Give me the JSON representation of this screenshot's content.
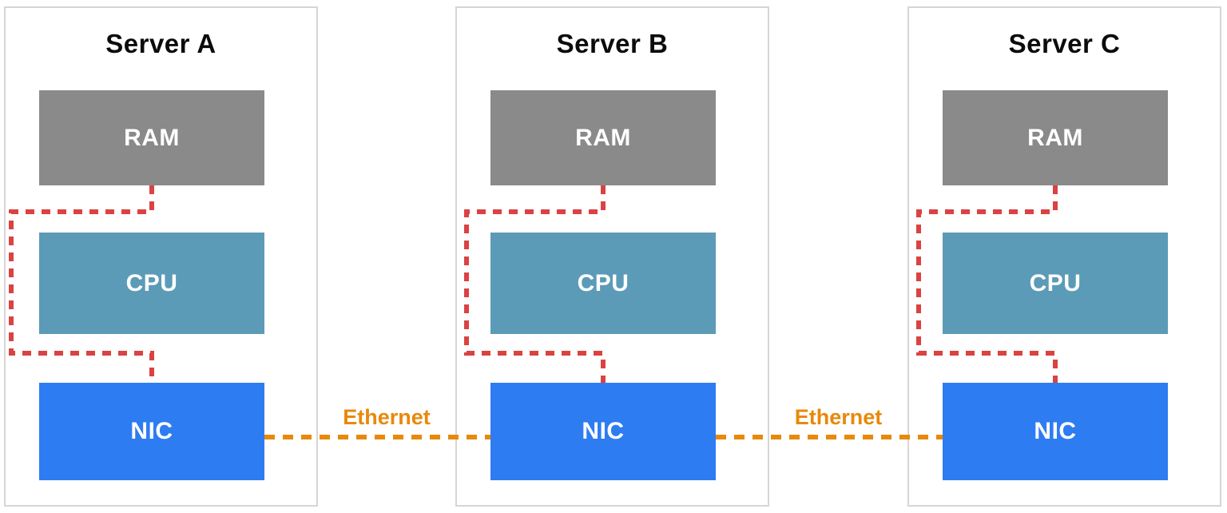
{
  "servers": [
    {
      "title": "Server A",
      "components": [
        {
          "label": "RAM",
          "color": "#8a8a8a"
        },
        {
          "label": "CPU",
          "color": "#5b9bb7"
        },
        {
          "label": "NIC",
          "color": "#2e7cf2"
        }
      ]
    },
    {
      "title": "Server B",
      "components": [
        {
          "label": "RAM",
          "color": "#8a8a8a"
        },
        {
          "label": "CPU",
          "color": "#5b9bb7"
        },
        {
          "label": "NIC",
          "color": "#2e7cf2"
        }
      ]
    },
    {
      "title": "Server C",
      "components": [
        {
          "label": "RAM",
          "color": "#8a8a8a"
        },
        {
          "label": "CPU",
          "color": "#5b9bb7"
        },
        {
          "label": "NIC",
          "color": "#2e7cf2"
        }
      ]
    }
  ],
  "links": [
    {
      "label": "Ethernet"
    },
    {
      "label": "Ethernet"
    }
  ],
  "colors": {
    "internal_bus": "#db4242",
    "ethernet": "#e8890b",
    "card_border": "#d6d6d6",
    "background": "#ffffff",
    "component_text": "#ffffff",
    "title_text": "#0b0b0b"
  }
}
